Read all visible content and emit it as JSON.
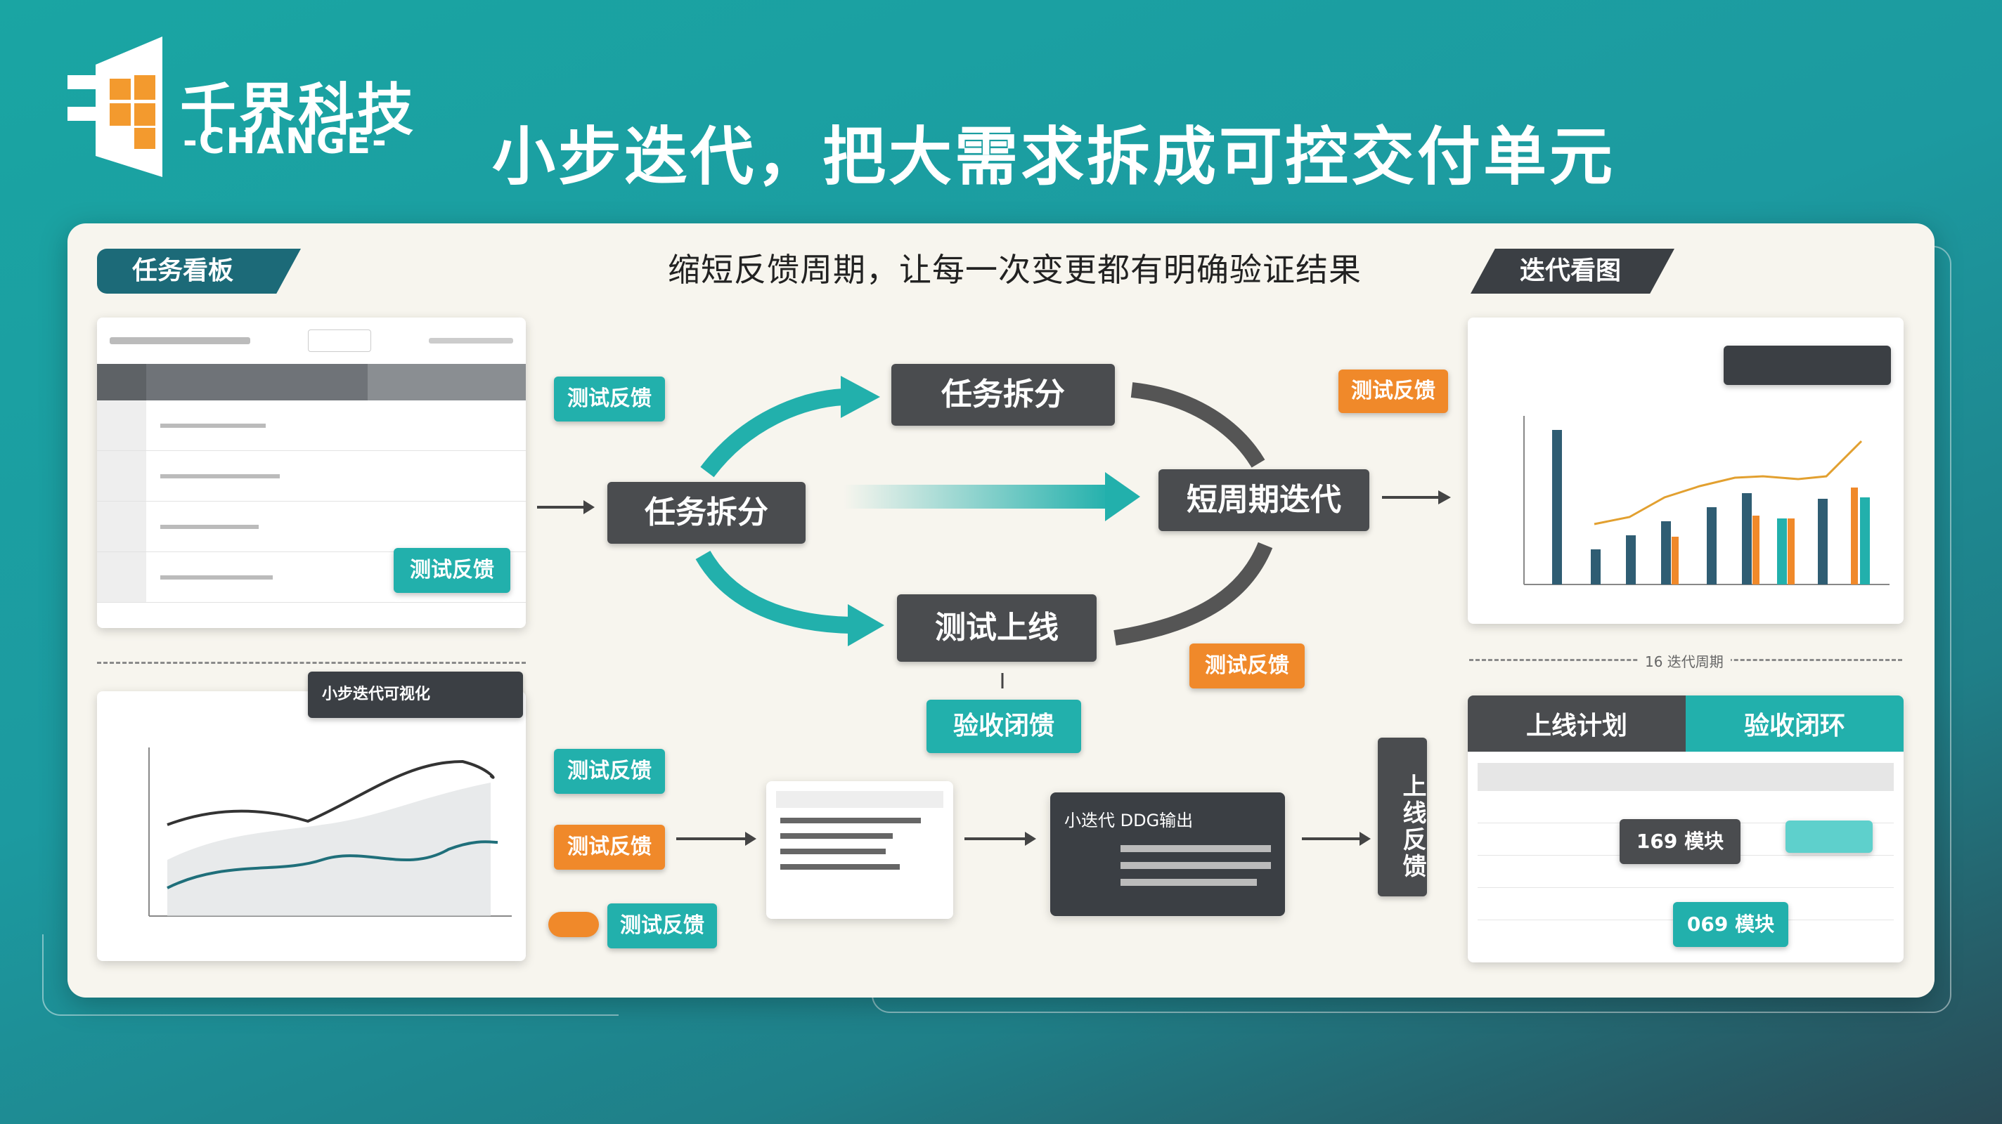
{
  "brand": {
    "name": "千界科技",
    "sub": "-CHANGE-"
  },
  "page": {
    "title": "小步迭代，把大需求拆成可控交付单元",
    "subtitle": "缩短反馈周期，让每一次变更都有明确验证结果"
  },
  "tags": {
    "left": "任务看板",
    "right": "迭代看图"
  },
  "flow": {
    "split_top": "任务拆分",
    "split_main": "任务拆分",
    "short_cycle": "短周期迭代",
    "test_online": "测试上线",
    "acceptance": "验收闭馈",
    "feedback_right_top": "测试反馈",
    "feedback_mid": "测试反馈",
    "test_feedback_left": "测试反馈",
    "online_feedback": "上线反馈"
  },
  "left_board": {
    "button": "测试反馈",
    "side_pill": "测试反馈"
  },
  "left_chart": {
    "label": "小步迭代可视化"
  },
  "bottom_mid": {
    "dark_title": "小迭代 DDG输出"
  },
  "right_chart": {
    "bottom_caption": "16 迭代周期"
  },
  "plan": {
    "tab_a": "上线计划",
    "tab_b": "验收闭环",
    "badge": "169 模块",
    "badge2": "069 模块"
  },
  "colors": {
    "teal": "#22b0ac",
    "dark": "#4a4c4f",
    "orange": "#f0892a"
  }
}
